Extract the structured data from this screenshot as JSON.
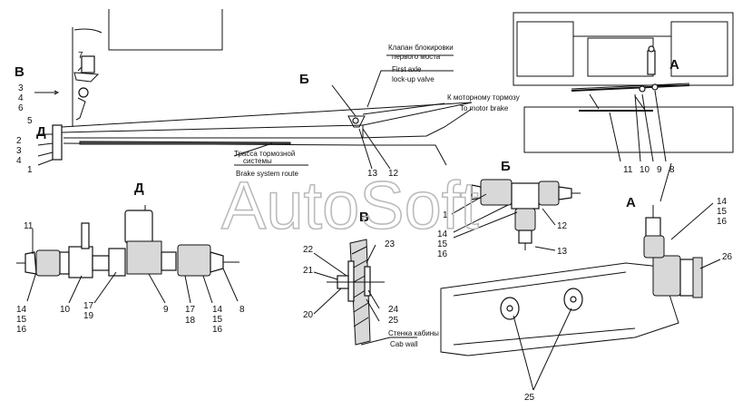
{
  "watermark": "AutoSoft",
  "views": {
    "view_b_cyr": "Б",
    "view_b_cyr_detail": "Б",
    "view_a": "А",
    "view_a_detail": "А",
    "view_v": "В",
    "view_v_detail": "В",
    "view_d": "Д",
    "view_d_detail": "Д"
  },
  "labels": {
    "valve_ru_1": "Клапан блокировки",
    "valve_ru_2": "первого моста",
    "valve_en_1": "First axle",
    "valve_en_2": "lock-up valve",
    "motor_ru": "К моторному тормозу",
    "motor_en": "To motor brake",
    "route_ru_1": "Трасса тормозной",
    "route_ru_2": "системы",
    "route_en": "Brake system route",
    "wall_ru": "Стенка кабины",
    "wall_en": "Cab wall"
  },
  "callouts": {
    "main_7": "7",
    "main_3": "3",
    "main_4": "4",
    "main_6": "6",
    "main_5": "5",
    "main_2": "2",
    "main_3b": "3",
    "main_4b": "4",
    "main_1": "1",
    "main_13": "13",
    "main_12": "12",
    "a_11": "11",
    "a_10": "10",
    "a_9": "9",
    "a_8": "8",
    "d_11": "11",
    "d_10": "10",
    "d_14": "14",
    "d_15": "15",
    "d_16": "16",
    "d_17": "17",
    "d_19": "19",
    "d_9": "9",
    "d_17b": "17",
    "d_18": "18",
    "d_14b": "14",
    "d_15b": "15",
    "d_16b": "16",
    "d_8": "8",
    "v_22": "22",
    "v_21": "21",
    "v_20": "20",
    "v_23": "23",
    "v_24": "24",
    "v_25": "25",
    "b_1": "1",
    "b_14": "14",
    "b_15": "15",
    "b_16": "16",
    "b_12": "12",
    "b_13": "13",
    "ad_14": "14",
    "ad_15": "15",
    "ad_16": "16",
    "ad_26": "26",
    "ad_25": "25"
  }
}
